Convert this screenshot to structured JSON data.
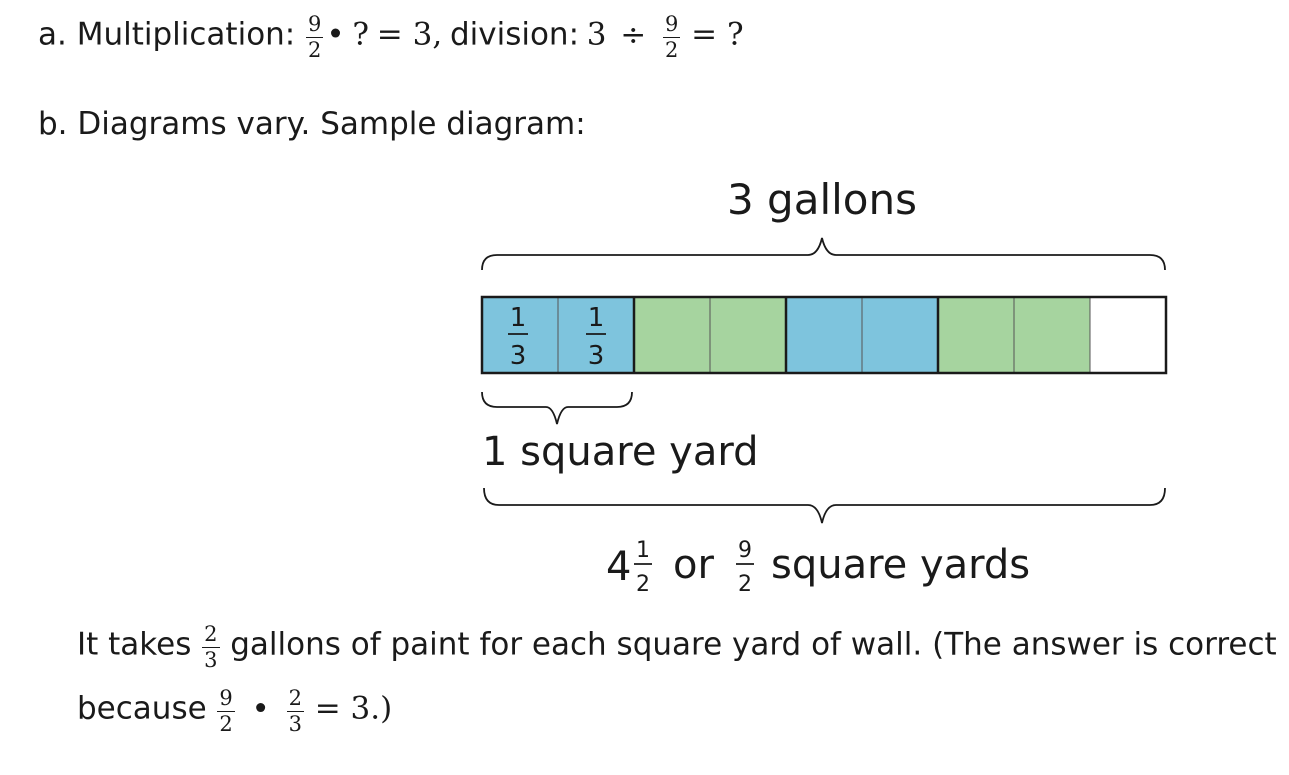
{
  "part_a": {
    "label": "a. Multiplication:",
    "mult_frac_num": "9",
    "mult_frac_den": "2",
    "mult_dot": "•",
    "mult_unknown": "?",
    "mult_eq": "= 3,",
    "division_label": "division:",
    "div_three": "3",
    "div_sign": "÷",
    "div_frac_num": "9",
    "div_frac_den": "2",
    "div_eq": "= ?"
  },
  "part_b": {
    "label": "b. Diagrams vary. Sample diagram:"
  },
  "diagram": {
    "top_label": "3 gallons",
    "segment_label_num": "1",
    "segment_label_den": "3",
    "segments": [
      {
        "color": "#7ec4dd"
      },
      {
        "color": "#7ec4dd"
      },
      {
        "color": "#a6d49f"
      },
      {
        "color": "#a6d49f"
      },
      {
        "color": "#7ec4dd"
      },
      {
        "color": "#7ec4dd"
      },
      {
        "color": "#a6d49f"
      },
      {
        "color": "#a6d49f"
      },
      {
        "color": "#ffffff"
      }
    ],
    "group_label": "1 square yard",
    "bottom_whole": "4",
    "bottom_frac1_num": "1",
    "bottom_frac1_den": "2",
    "bottom_or": "or",
    "bottom_frac2_num": "9",
    "bottom_frac2_den": "2",
    "bottom_tail": "square yards"
  },
  "conclusion": {
    "text1": "It takes",
    "frac_num": "2",
    "frac_den": "3",
    "text2": "gallons of paint for each square yard of wall. (The answer is correct",
    "text3": "because",
    "f1_num": "9",
    "f1_den": "2",
    "dot": "•",
    "f2_num": "2",
    "f2_den": "3",
    "eq": "= 3.)"
  }
}
